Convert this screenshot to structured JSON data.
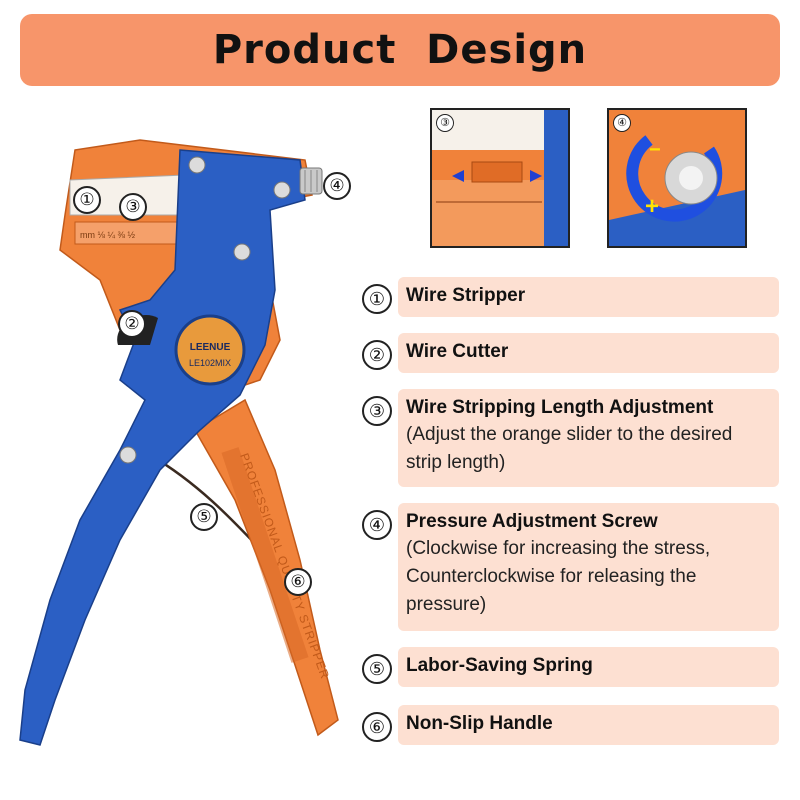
{
  "header": {
    "title": "Product  Design"
  },
  "illustration": {
    "brand_badge": "LEENUE",
    "model_badge": "LE102MIX",
    "handle_text": "PROFESSIONAL QUALITY STRIPPER",
    "scale_text": "mm  ⅛  ¼  ⅜  ½",
    "callouts": [
      "①",
      "②",
      "③",
      "④",
      "⑤",
      "⑥"
    ]
  },
  "insets": [
    {
      "number": "③",
      "name": "wire-stripping-length-detail"
    },
    {
      "number": "④",
      "name": "pressure-screw-detail"
    }
  ],
  "features": [
    {
      "number": "①",
      "title": "Wire Stripper"
    },
    {
      "number": "②",
      "title": "Wire Cutter"
    },
    {
      "number": "③",
      "title": "Wire Stripping Length Adjustment",
      "description": "(Adjust the orange slider to the desired strip length)"
    },
    {
      "number": "④",
      "title": "Pressure Adjustment Screw",
      "description": "(Clockwise for increasing the stress, Counterclockwise for releasing the pressure)"
    },
    {
      "number": "⑤",
      "title": "Labor-Saving Spring"
    },
    {
      "number": "⑥",
      "title": "Non-Slip Handle"
    }
  ],
  "colors": {
    "banner": "#f7956a",
    "tool_orange": "#f0823a",
    "tool_blue": "#2b5fc4",
    "feature_bg": "#fde0d2"
  }
}
